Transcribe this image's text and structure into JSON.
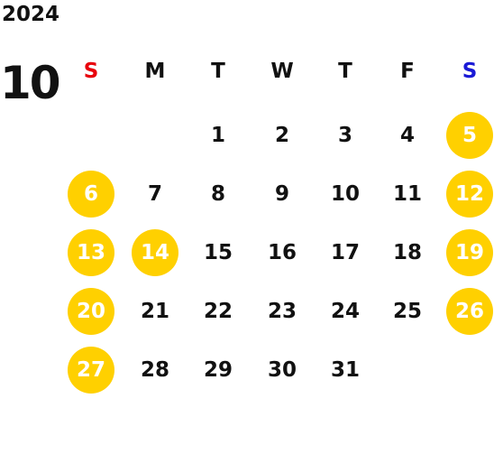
{
  "calendar": {
    "year": "2024",
    "month": "10",
    "weekdays": [
      {
        "label": "S",
        "color": "#e8000b"
      },
      {
        "label": "M",
        "color": "#111111"
      },
      {
        "label": "T",
        "color": "#111111"
      },
      {
        "label": "W",
        "color": "#111111"
      },
      {
        "label": "T",
        "color": "#111111"
      },
      {
        "label": "F",
        "color": "#111111"
      },
      {
        "label": "S",
        "color": "#1a1ad6"
      }
    ],
    "highlight_color": "#ffd000",
    "weeks": [
      [
        null,
        null,
        {
          "day": "1",
          "hl": false
        },
        {
          "day": "2",
          "hl": false
        },
        {
          "day": "3",
          "hl": false
        },
        {
          "day": "4",
          "hl": false
        },
        {
          "day": "5",
          "hl": true
        }
      ],
      [
        {
          "day": "6",
          "hl": true
        },
        {
          "day": "7",
          "hl": false
        },
        {
          "day": "8",
          "hl": false
        },
        {
          "day": "9",
          "hl": false
        },
        {
          "day": "10",
          "hl": false
        },
        {
          "day": "11",
          "hl": false
        },
        {
          "day": "12",
          "hl": true
        }
      ],
      [
        {
          "day": "13",
          "hl": true
        },
        {
          "day": "14",
          "hl": true
        },
        {
          "day": "15",
          "hl": false
        },
        {
          "day": "16",
          "hl": false
        },
        {
          "day": "17",
          "hl": false
        },
        {
          "day": "18",
          "hl": false
        },
        {
          "day": "19",
          "hl": true
        }
      ],
      [
        {
          "day": "20",
          "hl": true
        },
        {
          "day": "21",
          "hl": false
        },
        {
          "day": "22",
          "hl": false
        },
        {
          "day": "23",
          "hl": false
        },
        {
          "day": "24",
          "hl": false
        },
        {
          "day": "25",
          "hl": false
        },
        {
          "day": "26",
          "hl": true
        }
      ],
      [
        {
          "day": "27",
          "hl": true
        },
        {
          "day": "28",
          "hl": false
        },
        {
          "day": "29",
          "hl": false
        },
        {
          "day": "30",
          "hl": false
        },
        {
          "day": "31",
          "hl": false
        },
        null,
        null
      ]
    ]
  }
}
